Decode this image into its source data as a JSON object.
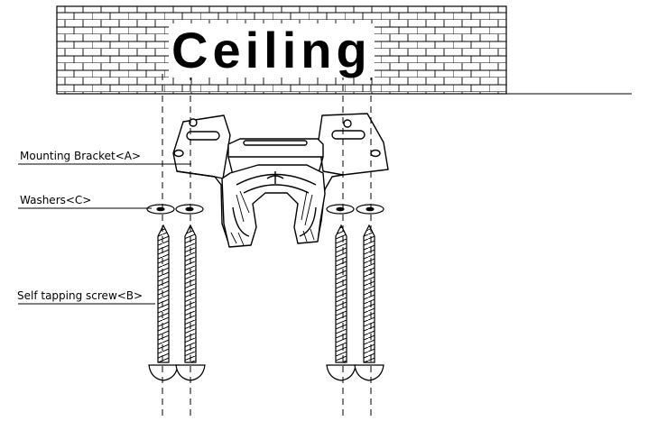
{
  "title": "Ceiling",
  "labels": {
    "mounting_bracket": "Mounting Bracket<A>",
    "washers": "Washers<C>",
    "screw": "Self tapping screw<B>"
  },
  "colors": {
    "ink": "#000000",
    "paper": "#ffffff"
  }
}
